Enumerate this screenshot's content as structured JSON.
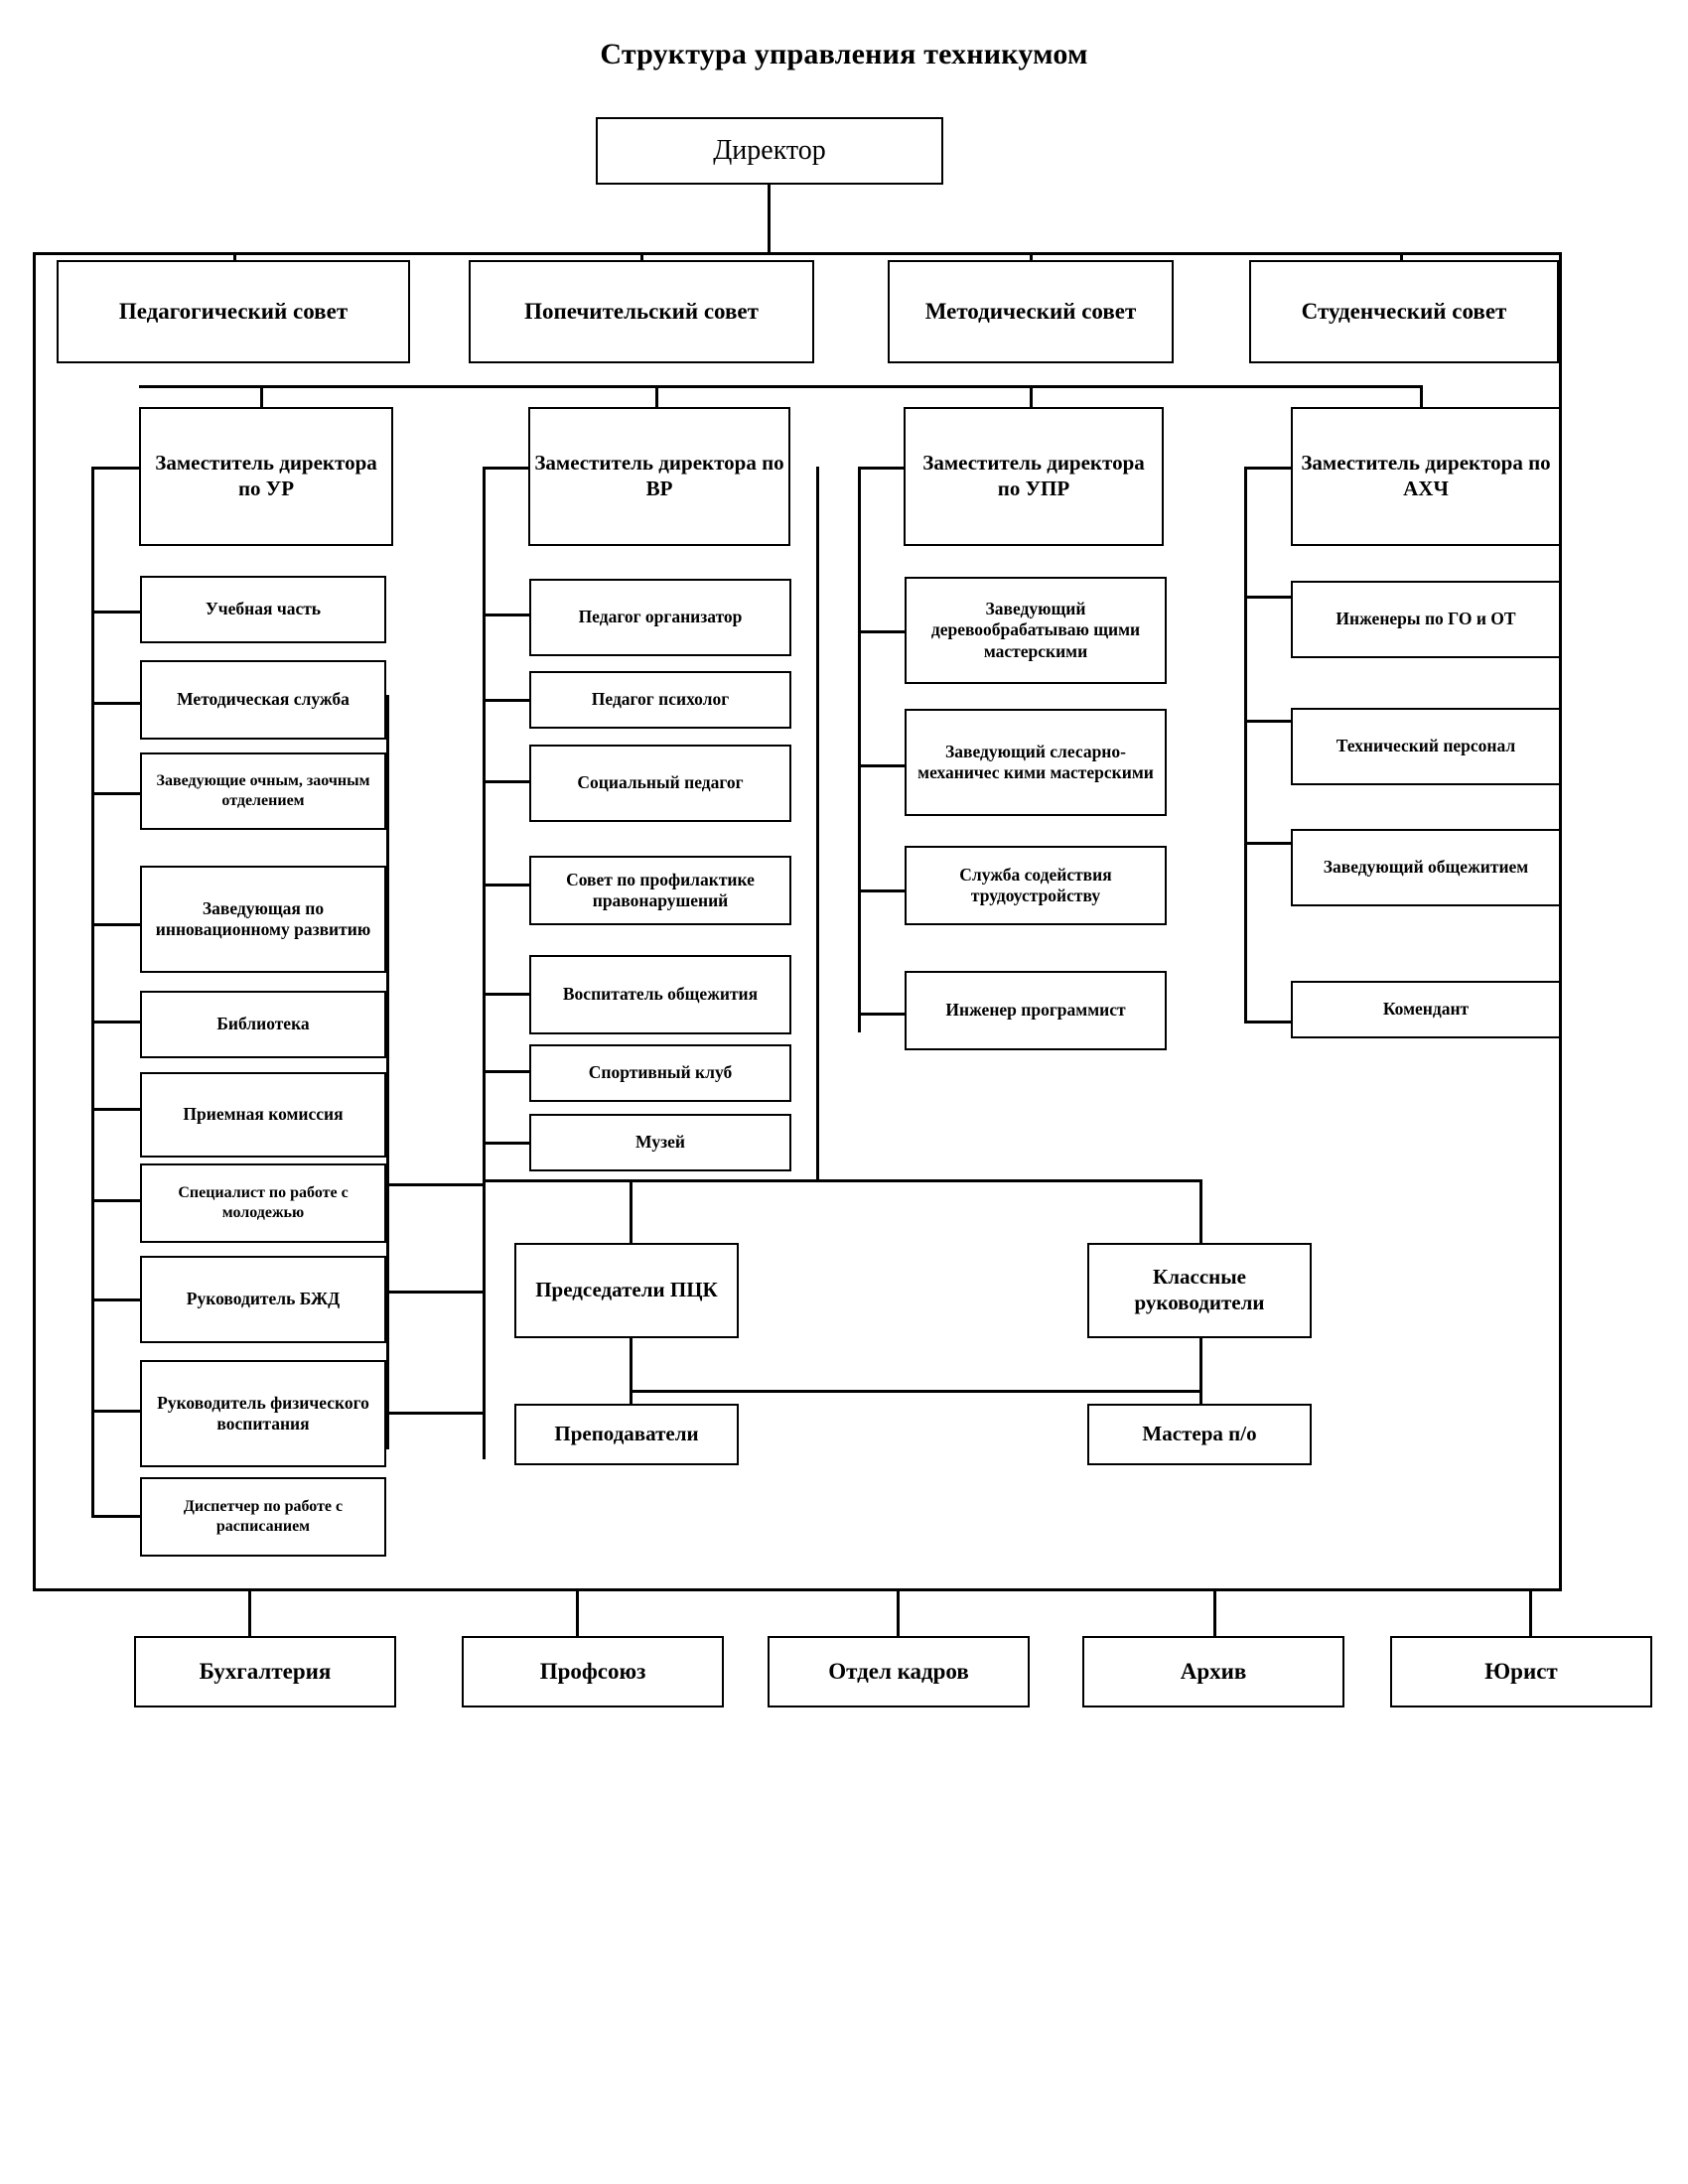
{
  "title": "Структура управления техникумом",
  "root": {
    "label": "Директор"
  },
  "councils": [
    {
      "label": "Педагогический совет"
    },
    {
      "label": "Попечительский совет"
    },
    {
      "label": "Методический совет"
    },
    {
      "label": "Студенческий совет"
    }
  ],
  "deputies": [
    {
      "label": "Заместитель директора по УР"
    },
    {
      "label": "Заместитель директора по ВР"
    },
    {
      "label": "Заместитель директора по УПР"
    },
    {
      "label": "Заместитель директора по АХЧ"
    }
  ],
  "ur_units": [
    {
      "label": "Учебная часть"
    },
    {
      "label": "Методическая служба"
    },
    {
      "label": "Заведующие очным, заочным отделением"
    },
    {
      "label": "Заведующая по инновационному развитию"
    },
    {
      "label": "Библиотека"
    },
    {
      "label": "Приемная комиссия"
    },
    {
      "label": "Специалист по работе с молодежью"
    },
    {
      "label": "Руководитель БЖД"
    },
    {
      "label": "Руководитель физического воспитания"
    },
    {
      "label": "Диспетчер по работе с расписанием"
    }
  ],
  "vr_units": [
    {
      "label": "Педагог организатор"
    },
    {
      "label": "Педагог психолог"
    },
    {
      "label": "Социальный педагог"
    },
    {
      "label": "Совет по профилактике правонарушений"
    },
    {
      "label": "Воспитатель общежития"
    },
    {
      "label": "Спортивный клуб"
    },
    {
      "label": "Музей"
    }
  ],
  "upr_units": [
    {
      "label": "Заведующий деревообрабатываю щими мастерскими"
    },
    {
      "label": "Заведующий слесарно-механичес кими мастерскими"
    },
    {
      "label": "Служба содействия трудоустройству"
    },
    {
      "label": "Инженер программист"
    }
  ],
  "ahch_units": [
    {
      "label": "Инженеры по ГО и ОТ"
    },
    {
      "label": "Технический персонал"
    },
    {
      "label": "Заведующий общежитием"
    },
    {
      "label": "Комендант"
    }
  ],
  "mid_units": [
    {
      "label": "Председатели ПЦК"
    },
    {
      "label": "Классные руководители"
    },
    {
      "label": "Преподаватели"
    },
    {
      "label": "Мастера п/о"
    }
  ],
  "support_units": [
    {
      "label": "Бухгалтерия"
    },
    {
      "label": "Профсоюз"
    },
    {
      "label": "Отдел кадров"
    },
    {
      "label": "Архив"
    },
    {
      "label": "Юрист"
    }
  ]
}
